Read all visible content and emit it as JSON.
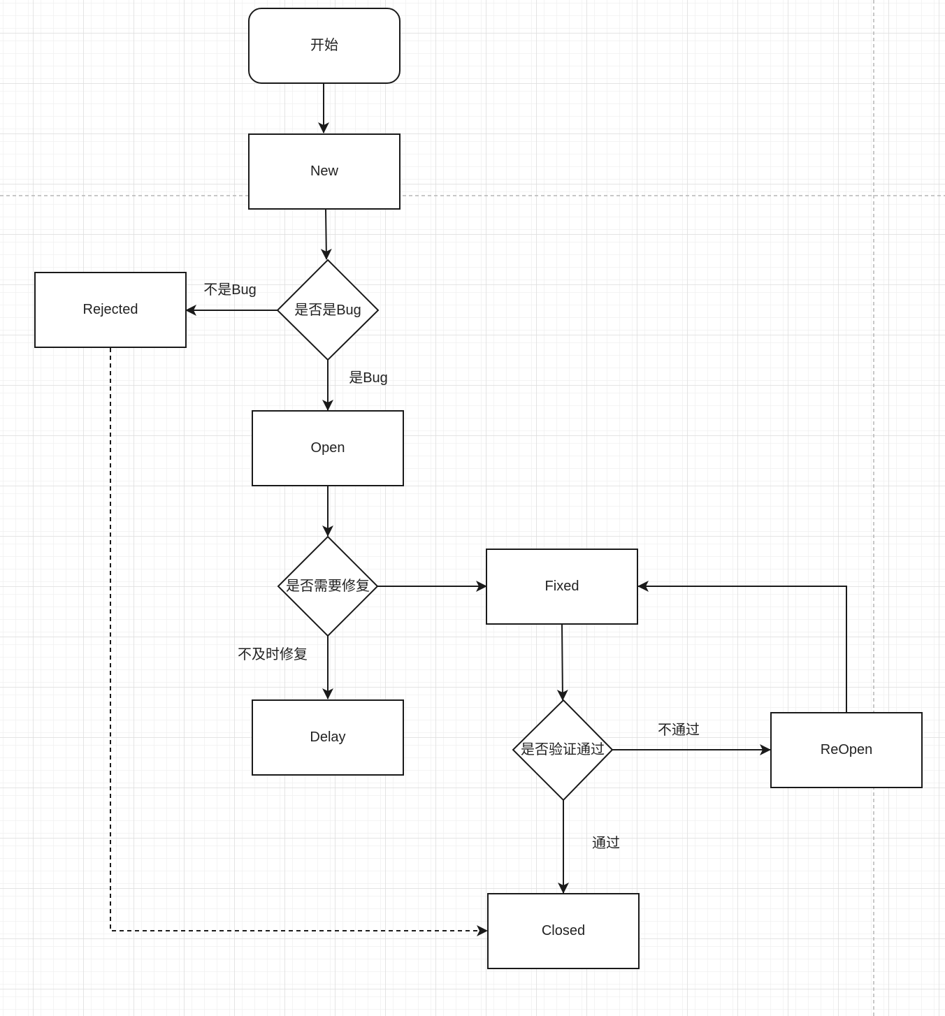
{
  "diagram": {
    "type": "flowchart",
    "title_node": "开始",
    "colors": {
      "background": "#ffffff",
      "grid_minor": "#f0f0f0",
      "grid_major": "#dcdcdc",
      "page_break": "#b5b5b5",
      "stroke": "#1a1a1a",
      "text": "#222222"
    },
    "nodes": {
      "start": {
        "label": "开始",
        "shape": "rounded-rectangle"
      },
      "new": {
        "label": "New",
        "shape": "rectangle"
      },
      "is_bug": {
        "label": "是否是Bug",
        "shape": "diamond"
      },
      "rejected": {
        "label": "Rejected",
        "shape": "rectangle"
      },
      "open": {
        "label": "Open",
        "shape": "rectangle"
      },
      "need_fix": {
        "label": "是否需要修复",
        "shape": "diamond"
      },
      "fixed": {
        "label": "Fixed",
        "shape": "rectangle"
      },
      "delay": {
        "label": "Delay",
        "shape": "rectangle"
      },
      "verify": {
        "label": "是否验证通过",
        "shape": "diamond"
      },
      "reopen": {
        "label": "ReOpen",
        "shape": "rectangle"
      },
      "closed": {
        "label": "Closed",
        "shape": "rectangle"
      }
    },
    "edges": {
      "start_new": {
        "from": "开始",
        "to": "New",
        "label": ""
      },
      "new_isbug": {
        "from": "New",
        "to": "是否是Bug",
        "label": ""
      },
      "isbug_rejected": {
        "from": "是否是Bug",
        "to": "Rejected",
        "label": "不是Bug"
      },
      "isbug_open": {
        "from": "是否是Bug",
        "to": "Open",
        "label": "是Bug"
      },
      "open_needfix": {
        "from": "Open",
        "to": "是否需要修复",
        "label": ""
      },
      "needfix_fixed": {
        "from": "是否需要修复",
        "to": "Fixed",
        "label": ""
      },
      "needfix_delay": {
        "from": "是否需要修复",
        "to": "Delay",
        "label": "不及时修复"
      },
      "fixed_verify": {
        "from": "Fixed",
        "to": "是否验证通过",
        "label": ""
      },
      "verify_reopen": {
        "from": "是否验证通过",
        "to": "ReOpen",
        "label": "不通过"
      },
      "verify_closed": {
        "from": "是否验证通过",
        "to": "Closed",
        "label": "通过"
      },
      "reopen_fixed": {
        "from": "ReOpen",
        "to": "Fixed",
        "label": ""
      },
      "rejected_closed": {
        "from": "Rejected",
        "to": "Closed",
        "label": "",
        "style": "dashed"
      }
    }
  }
}
